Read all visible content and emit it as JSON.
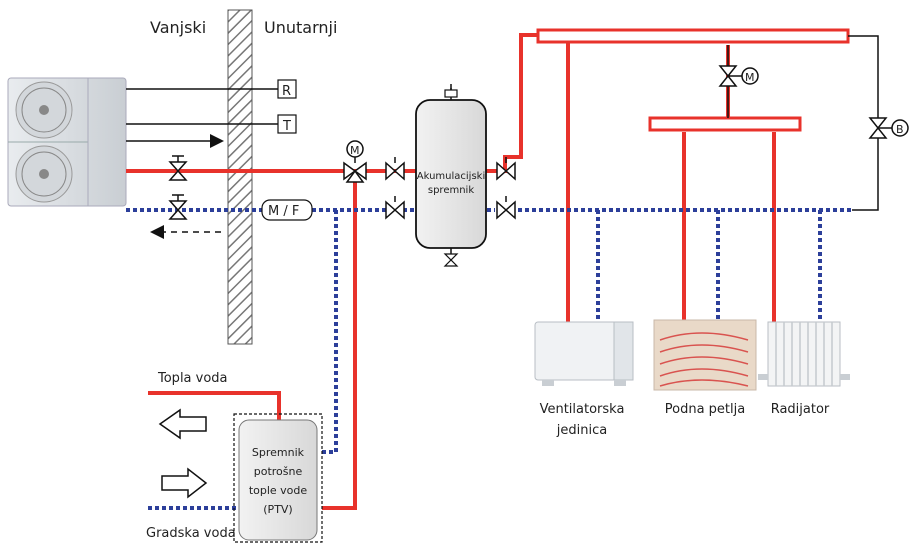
{
  "labels": {
    "outdoor": "Vanjski",
    "indoor": "Unutarnji",
    "sensor_r": "R",
    "sensor_t": "T",
    "mf": "M / F",
    "motor_valve": "M",
    "bypass_valve": "B",
    "tank_line1": "Akumulacijski",
    "tank_line2": "spremnik",
    "hot_water": "Topla voda",
    "city_water": "Gradska voda",
    "dhw_line1": "Spremnik",
    "dhw_line2": "potrošne",
    "dhw_line3": "tople vode",
    "dhw_line4": "(PTV)",
    "fan_line1": "Ventilatorska",
    "fan_line2": "jedinica",
    "floor_loop": "Podna petlja",
    "radiator": "Radijator"
  },
  "colors": {
    "supply": "#e8322b",
    "return": "#2c3f9a",
    "wall": "#9a9a9a"
  },
  "icons": [
    "outdoor-unit-icon",
    "fan-coil-icon",
    "underfloor-heating-icon",
    "radiator-icon",
    "valve-icon",
    "motor-valve-icon",
    "arrow-icon"
  ]
}
